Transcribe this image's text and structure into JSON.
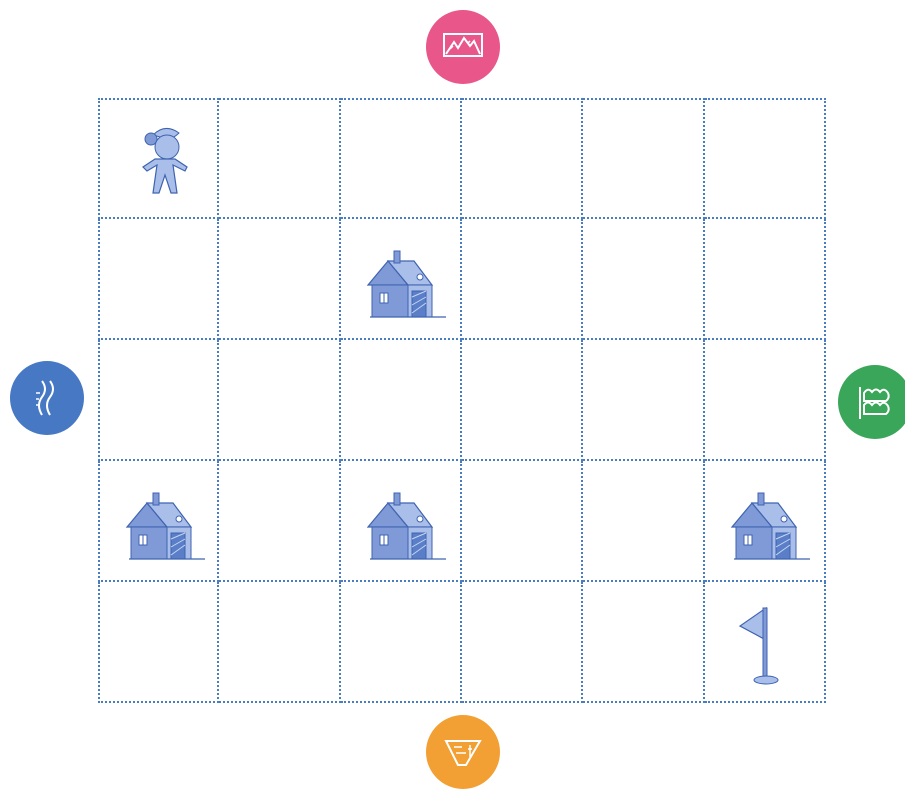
{
  "board": {
    "columns": 6,
    "rows": 5,
    "line_color": "#4a7cc0"
  },
  "badges": {
    "top": {
      "icon": "mountain-icon",
      "color": "#e8568a"
    },
    "left": {
      "icon": "river-icon",
      "color": "#4678c4"
    },
    "right": {
      "icon": "forest-icon",
      "color": "#3aa65a"
    },
    "bottom": {
      "icon": "desert-icon",
      "color": "#f2a033"
    }
  },
  "pieces": [
    {
      "type": "sleepy-character",
      "icon": "sleepy-character-icon",
      "row": 0,
      "col": 0
    },
    {
      "type": "house",
      "icon": "house-icon",
      "row": 1,
      "col": 2
    },
    {
      "type": "house",
      "icon": "house-icon",
      "row": 3,
      "col": 0
    },
    {
      "type": "house",
      "icon": "house-icon",
      "row": 3,
      "col": 2
    },
    {
      "type": "house",
      "icon": "house-icon",
      "row": 3,
      "col": 5
    },
    {
      "type": "flag",
      "icon": "flag-icon",
      "row": 4,
      "col": 5
    }
  ],
  "colors": {
    "piece_fill": "#a9bfea",
    "piece_dark": "#7f9ad6",
    "piece_stroke": "#3f63b0"
  }
}
